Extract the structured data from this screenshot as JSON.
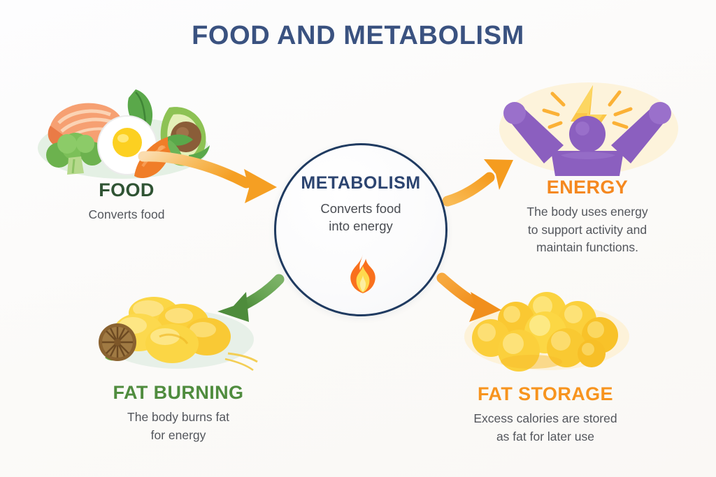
{
  "header": {
    "title": "FOOD AND METABOLISM"
  },
  "center": {
    "label": "METABOLISM",
    "description": "Converts food into energy",
    "description_line1": "Converts food",
    "description_line2": "into energy",
    "icon": "flame-icon",
    "border_color": "#1f3a60",
    "label_color": "#2c4470"
  },
  "nodes": [
    {
      "id": "food",
      "label": "FOOD",
      "description": "Converts food",
      "description_lines": [
        "Converts food"
      ],
      "label_color": "#2f5333",
      "blob_color": "#e4f0e4",
      "icon": "healthy-food-icon",
      "icon_items": [
        "salmon-fillet",
        "broccoli",
        "fried-egg",
        "carrot",
        "avocado",
        "spinach-leaf"
      ]
    },
    {
      "id": "energy",
      "label": "ENERGY",
      "description": "The body uses energy to support activity and maintain functions.",
      "description_lines": [
        "The body uses energy",
        "to support activity and",
        "maintain functions."
      ],
      "label_color": "#f5881f",
      "blob_color": "#fdf3db",
      "icon": "energetic-person-icon",
      "icon_items": [
        "person-arms-raised",
        "lightning-bolt",
        "spark-rays"
      ]
    },
    {
      "id": "fat-burning",
      "label": "FAT BURNING",
      "description": "The body burns fat for energy",
      "description_lines": [
        "The body burns fat",
        "for energy"
      ],
      "label_color": "#4f8c3e",
      "blob_color": "#e7f0e8",
      "icon": "burning-fat-cells-icon",
      "icon_items": [
        "fat-cell-cluster",
        "citrus-slice",
        "green-leaf"
      ]
    },
    {
      "id": "fat-storage",
      "label": "FAT STORAGE",
      "description": "Excess calories are stored as fat for later use",
      "description_lines": [
        "Excess calories are stored",
        "as fat for later use"
      ],
      "label_color": "#f7941e",
      "blob_color": "#fdf2d9",
      "icon": "stored-fat-cells-icon",
      "icon_items": [
        "fat-globule-cluster"
      ]
    }
  ],
  "arrows": [
    {
      "id": "food-to-metabolism",
      "from": "food",
      "to": "metabolism",
      "color": "#f6a83c",
      "direction": "down-right"
    },
    {
      "id": "metabolism-to-energy",
      "from": "metabolism",
      "to": "energy",
      "color": "#f5a22e",
      "direction": "up-right"
    },
    {
      "id": "metabolism-to-fat-burning",
      "from": "metabolism",
      "to": "fat-burning",
      "color": "#589b45",
      "direction": "down-left"
    },
    {
      "id": "metabolism-to-fat-storage",
      "from": "metabolism",
      "to": "fat-storage",
      "color": "#f39422",
      "direction": "down-right"
    }
  ],
  "palette": {
    "background": "#fbfaf8",
    "title": "#3a5280",
    "body_text": "#53565c",
    "orange": "#f5881f",
    "green": "#4f8c3e",
    "purple": "#8b5fbf",
    "yellow": "#ffd24a"
  }
}
